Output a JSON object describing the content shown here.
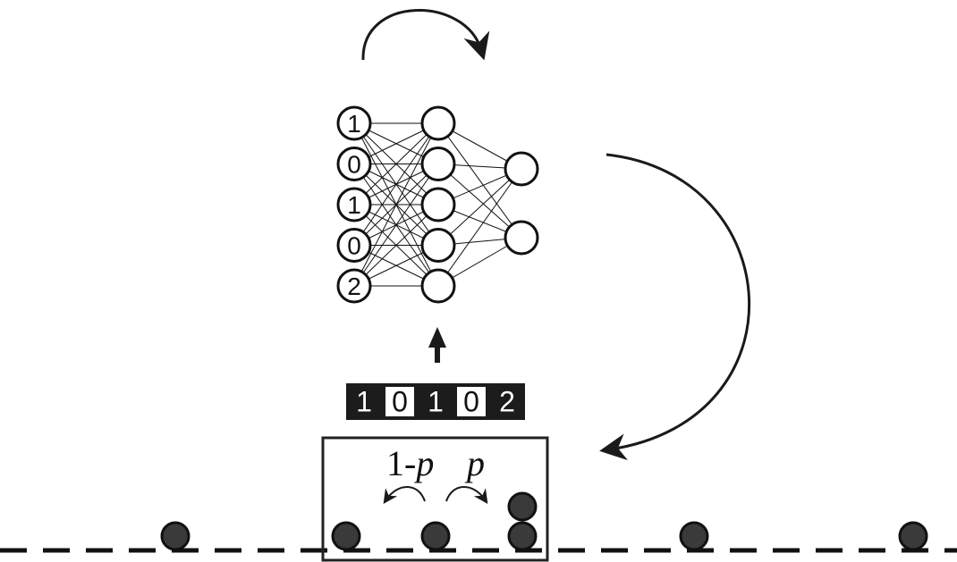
{
  "network": {
    "input_values": [
      "1",
      "0",
      "1",
      "0",
      "2"
    ],
    "hidden_layer_size": 5,
    "output_layer_size": 2
  },
  "state_vector": {
    "cells": [
      {
        "value": "1",
        "dark": true
      },
      {
        "value": "0",
        "dark": false
      },
      {
        "value": "1",
        "dark": true
      },
      {
        "value": "0",
        "dark": false
      },
      {
        "value": "2",
        "dark": true
      }
    ]
  },
  "hop_probabilities": {
    "left_prefix": "1-",
    "left_symbol": "p",
    "right_symbol": "p"
  },
  "colors": {
    "ink": "#111111",
    "particle_fill": "#3a3a3a",
    "cell_dark": "#1c1c1c",
    "cell_light": "#ffffff"
  }
}
